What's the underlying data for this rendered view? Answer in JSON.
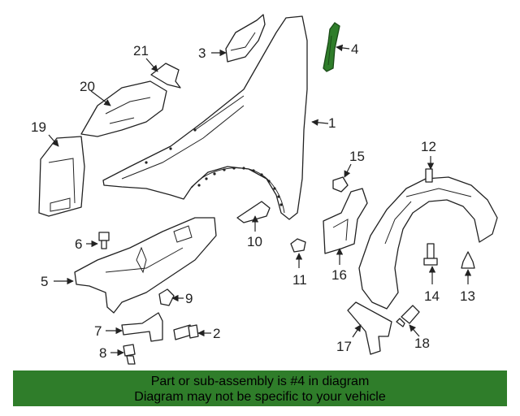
{
  "diagram": {
    "callouts": [
      "1",
      "2",
      "3",
      "4",
      "5",
      "6",
      "7",
      "8",
      "9",
      "10",
      "11",
      "12",
      "13",
      "14",
      "15",
      "16",
      "17",
      "18",
      "19",
      "20",
      "21"
    ],
    "highlight_color": "#2f7d2a",
    "highlighted_part": "4"
  },
  "banner": {
    "line1": "Part or sub-assembly is #4 in diagram",
    "line2": "Diagram may not be specific to your vehicle",
    "background": "#2f7d2a"
  }
}
